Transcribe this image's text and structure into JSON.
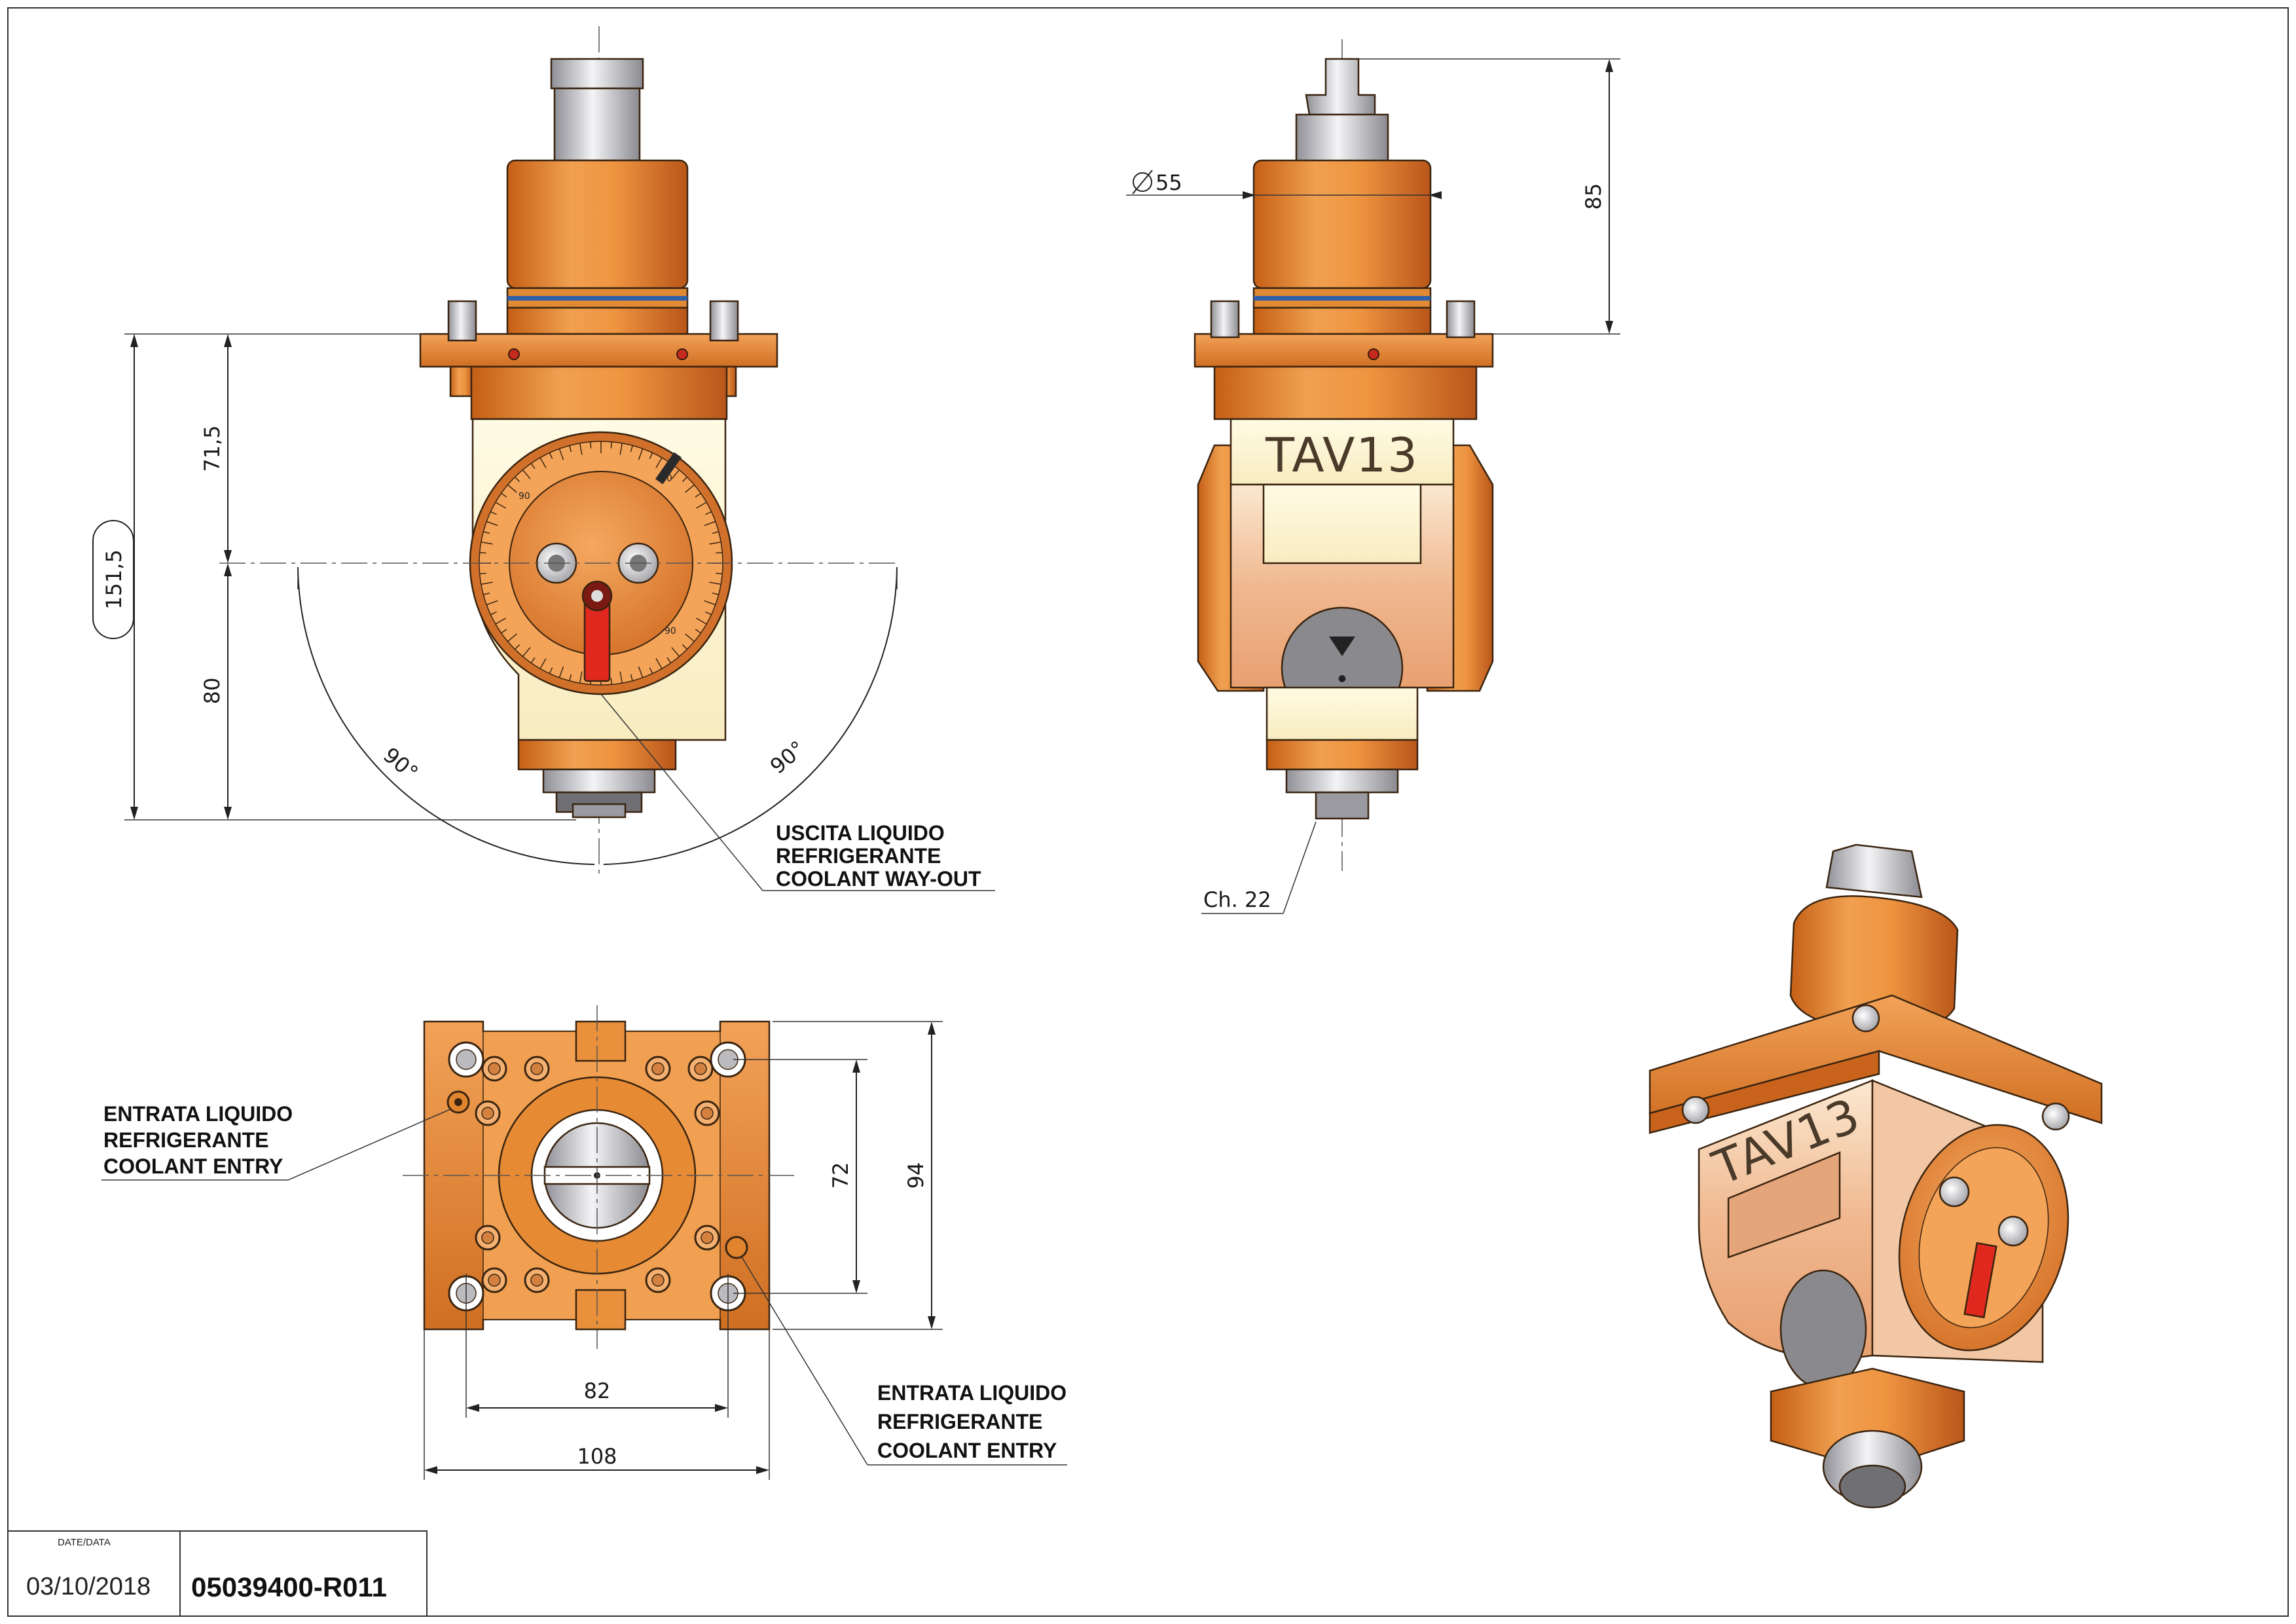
{
  "drawing": {
    "border_color": "#333333",
    "colors": {
      "orange": "#e88a2a",
      "orange_dark": "#c0641c",
      "cream": "#fbf2d2",
      "peach": "#f2c7a5",
      "steel": "#c8c8cc",
      "red_lever": "#e0281e",
      "seal_blue": "#2f5fa8"
    }
  },
  "views": {
    "front": {
      "dimensions": {
        "total_height": "151,5",
        "upper_height": "71,5",
        "lower_height": "80",
        "angle_left": "90°",
        "angle_right": "90°"
      },
      "dial_scale": [
        "0",
        "90",
        "90"
      ],
      "note": [
        "USCITA LIQUIDO",
        "REFRIGERANTE",
        "COOLANT WAY-OUT"
      ]
    },
    "side": {
      "label": "TAV13",
      "dimensions": {
        "diameter": "55",
        "height": "85",
        "wrench": "Ch. 22"
      }
    },
    "bottom": {
      "dimensions": {
        "inner_width": "82",
        "outer_width": "108",
        "inner_height": "72",
        "outer_height": "94"
      },
      "note_left": [
        "ENTRATA LIQUIDO",
        "REFRIGERANTE",
        "COOLANT ENTRY"
      ],
      "note_right": [
        "ENTRATA LIQUIDO",
        "REFRIGERANTE",
        "COOLANT ENTRY"
      ]
    },
    "iso": {
      "label": "TAV13"
    }
  },
  "title_block": {
    "date_label": "DATE/DATA",
    "date": "03/10/2018",
    "code": "05039400-R011"
  }
}
